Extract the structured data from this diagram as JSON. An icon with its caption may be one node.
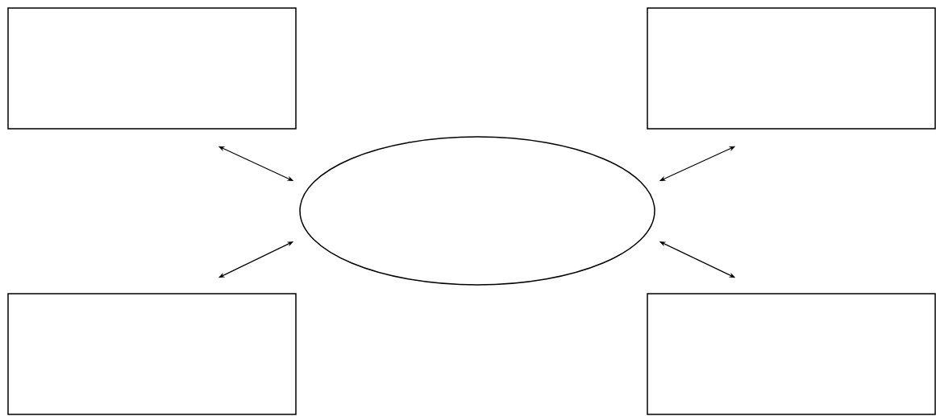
{
  "diagram": {
    "nodes": [
      {
        "text": [],
        "shape": "box"
      },
      {
        "text": [],
        "shape": "box"
      },
      {
        "text": [],
        "shape": "ellipse"
      },
      {
        "text": [],
        "shape": "box"
      },
      {
        "text": [],
        "shape": "box"
      }
    ],
    "edges": [
      {
        "from": 0,
        "to": 2,
        "arrow": "both"
      },
      {
        "from": 1,
        "to": 2,
        "arrow": "both"
      },
      {
        "from": 3,
        "to": 2,
        "arrow": "both"
      },
      {
        "from": 4,
        "to": 2,
        "arrow": "both"
      }
    ]
  }
}
